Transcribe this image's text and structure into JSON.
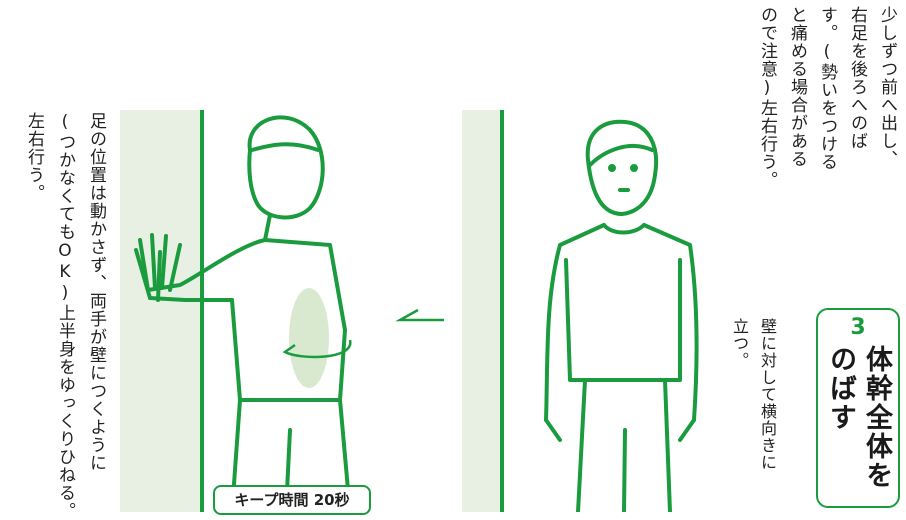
{
  "instructions": {
    "top_right": "少しずつ前へ出し、\n右足を後ろへのば\nす。(勢いをつける\nと痛める場合がある\nので注意)左右行う。",
    "stand_sideways": "壁に対して横向きに\n立つ。",
    "twist": "足の位置は動かさず、両手が壁につくように\n(つかなくてもOK)上半身をゆっくりひねる。\n左右行う。"
  },
  "step": {
    "number": "3",
    "title": "体幹全体を\nのばす"
  },
  "badge": {
    "keep_time": "キープ時間 20秒"
  },
  "colors": {
    "accent": "#1a9c3e",
    "wall_shade": "#e8f0e4",
    "highlight": "#cfe3c4"
  },
  "icons": [
    "wall-icon",
    "twist-arrow-icon",
    "direction-arrow-icon"
  ]
}
